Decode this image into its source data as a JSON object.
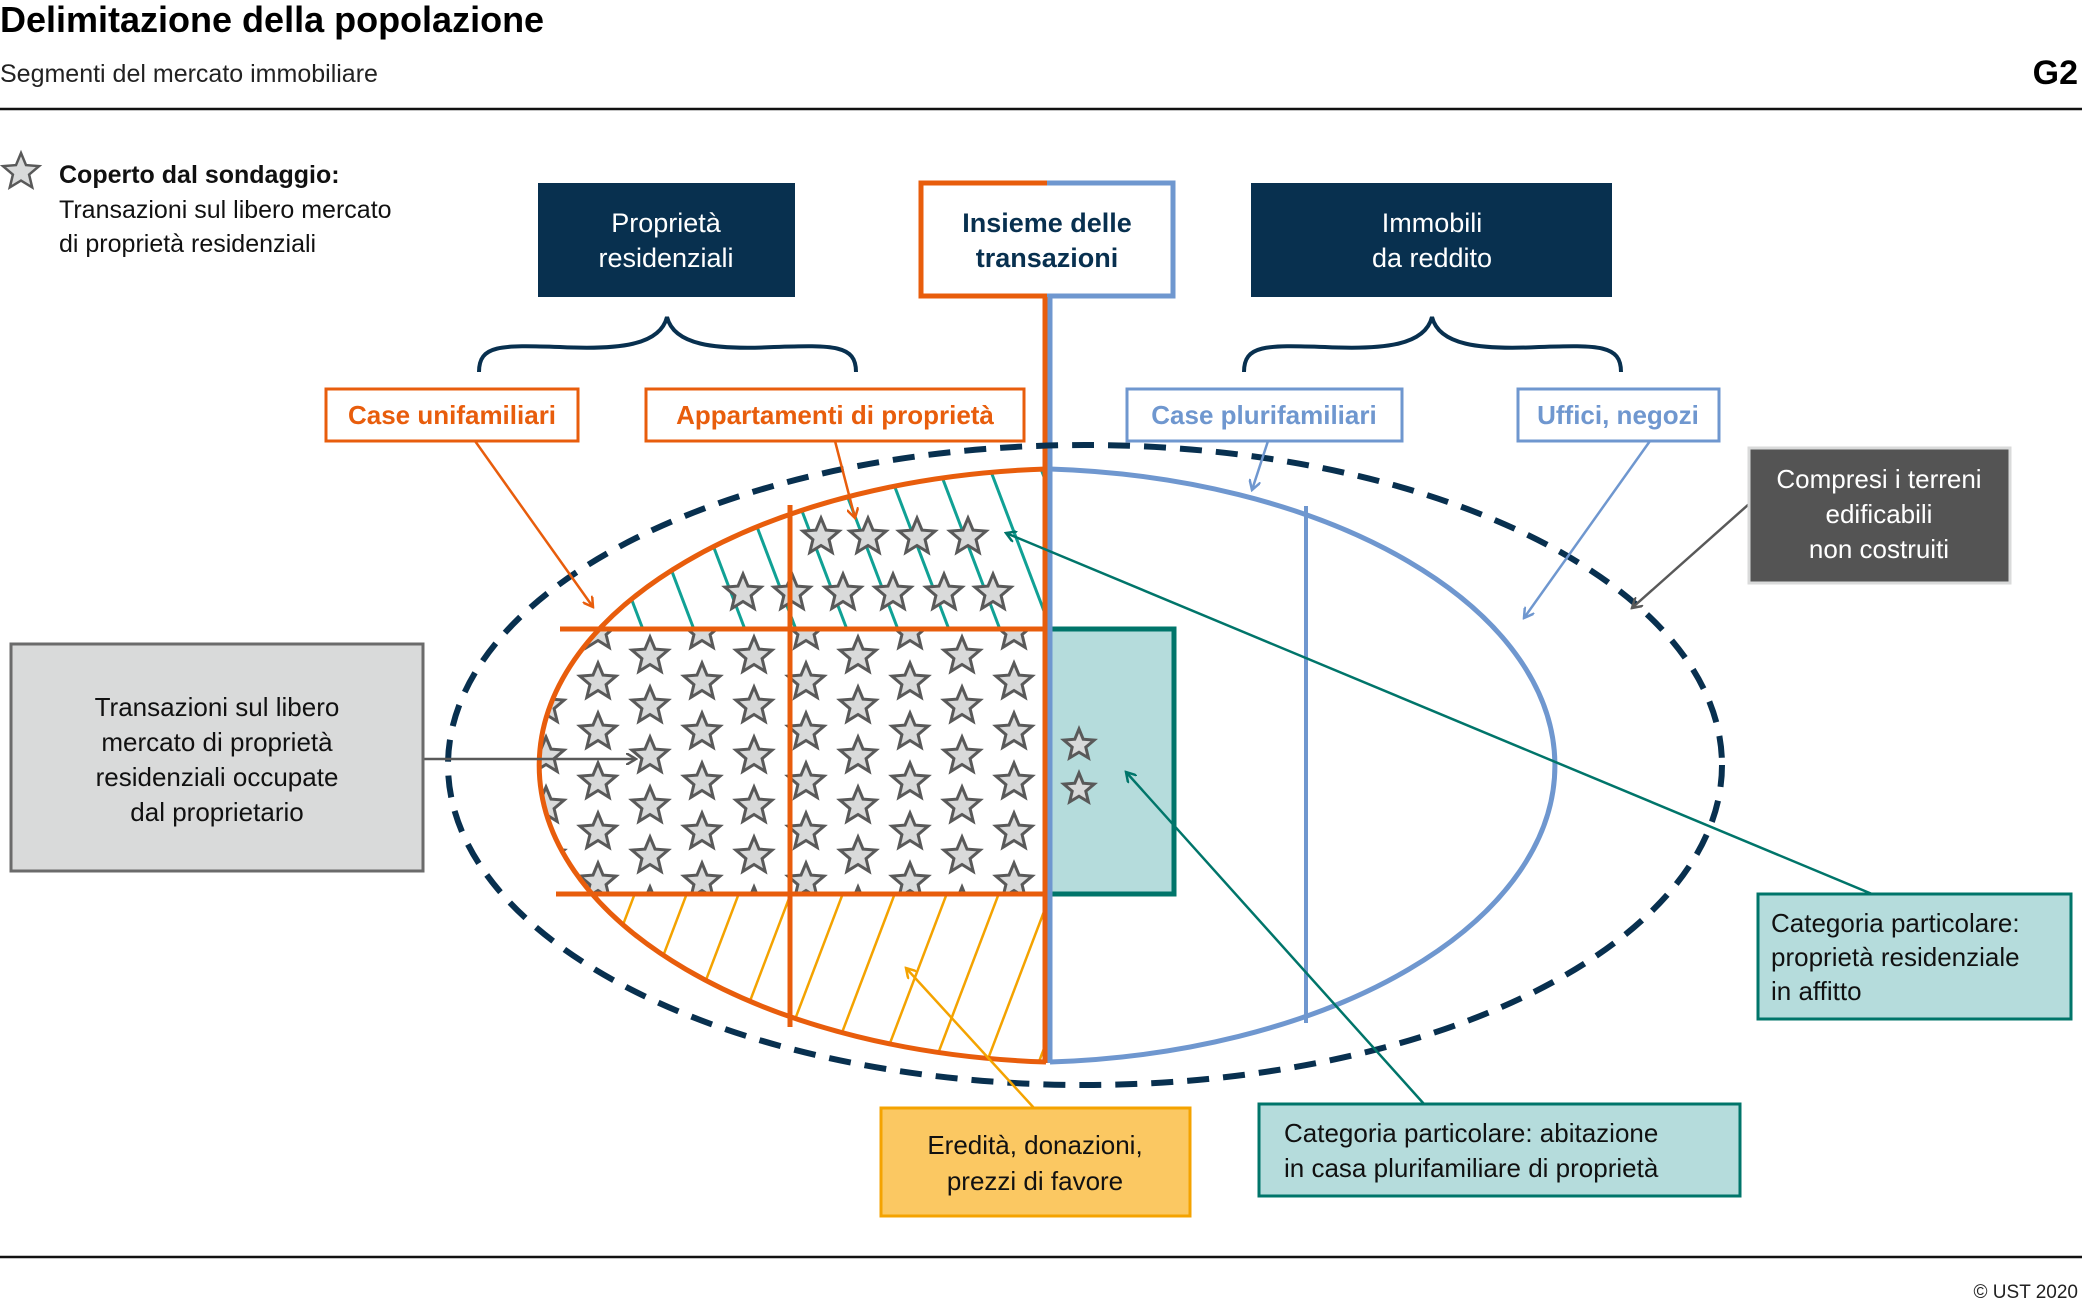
{
  "header": {
    "title": "Delimitazione della popolazione",
    "subtitle": "Segmenti del mercato immobiliare",
    "figure_id": "G2"
  },
  "legend": {
    "icon": "star-icon",
    "label_bold": "Coperto dal sondaggio:",
    "lines": [
      "Transazioni sul libero mercato",
      "di proprietà residenziali"
    ]
  },
  "categories": {
    "residential": {
      "lines": [
        "Proprietà",
        "residenziali"
      ]
    },
    "all_transactions": {
      "lines": [
        "Insieme delle",
        "transazioni"
      ]
    },
    "income": {
      "lines": [
        "Immobili",
        "da reddito"
      ]
    }
  },
  "segments": {
    "single_family": "Case unifamiliari",
    "condominiums": "Appartamenti di proprietà",
    "multi_family": "Case plurifamiliari",
    "offices_shops": "Uffici, negozi"
  },
  "annotations": {
    "building_land": {
      "lines": [
        "Compresi i terreni",
        "edificabili",
        "non costruiti"
      ]
    },
    "owner_occupied": {
      "lines": [
        "Transazioni sul libero",
        "mercato di proprietà",
        "residenziali occupate",
        "dal proprietario"
      ]
    },
    "rented_residential": {
      "lines": [
        "Categoria particolare:",
        "proprietà residenziale",
        "in affitto"
      ]
    },
    "inheritance": {
      "lines": [
        "Eredità, donazioni,",
        "prezzi di favore"
      ]
    },
    "owned_in_multifamily": {
      "lines": [
        "Categoria particolare: abitazione",
        "in casa plurifamiliare di proprietà"
      ]
    }
  },
  "footer": {
    "copyright": "© UST 2020"
  },
  "colors": {
    "navy": "#08304f",
    "orange": "#e85d0c",
    "blue": "#6f97cf",
    "teal": "#00756a",
    "teal_hatch": "#10a195",
    "teal_fill": "#b5dcdc",
    "yellow": "#f4a300",
    "yellow_fill": "#fbc862",
    "grey_dark": "#545454",
    "grey_light": "#d9dada",
    "star_fill": "#d9dada",
    "star_stroke": "#595959"
  }
}
